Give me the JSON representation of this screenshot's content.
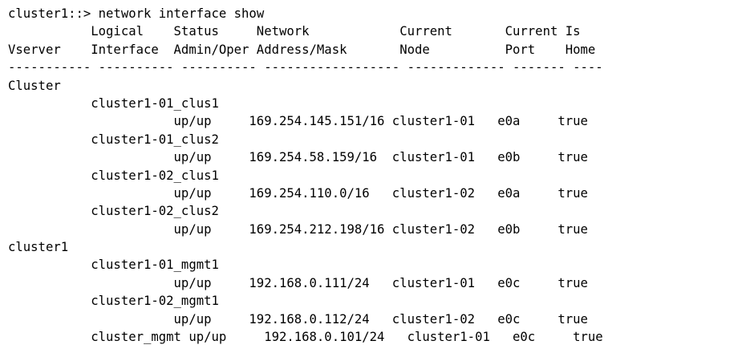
{
  "terminal": {
    "prompt": "cluster1::> ",
    "command": "network interface show",
    "header_line1": "           Logical    Status     Network            Current       Current Is",
    "header_line2": "Vserver    Interface  Admin/Oper Address/Mask       Node          Port    Home",
    "separator": "----------- ---------- ---------- ------------------ ------------- ------- ----",
    "rows": [
      "Cluster",
      "           cluster1-01_clus1",
      "                      up/up     169.254.145.151/16 cluster1-01   e0a     true",
      "           cluster1-01_clus2",
      "                      up/up     169.254.58.159/16  cluster1-01   e0b     true",
      "           cluster1-02_clus1",
      "                      up/up     169.254.110.0/16   cluster1-02   e0a     true",
      "           cluster1-02_clus2",
      "                      up/up     169.254.212.198/16 cluster1-02   e0b     true",
      "cluster1",
      "           cluster1-01_mgmt1",
      "                      up/up     192.168.0.111/24   cluster1-01   e0c     true",
      "           cluster1-02_mgmt1",
      "                      up/up     192.168.0.112/24   cluster1-02   e0c     true",
      "           cluster_mgmt up/up     192.168.0.101/24   cluster1-01   e0c     true"
    ]
  }
}
